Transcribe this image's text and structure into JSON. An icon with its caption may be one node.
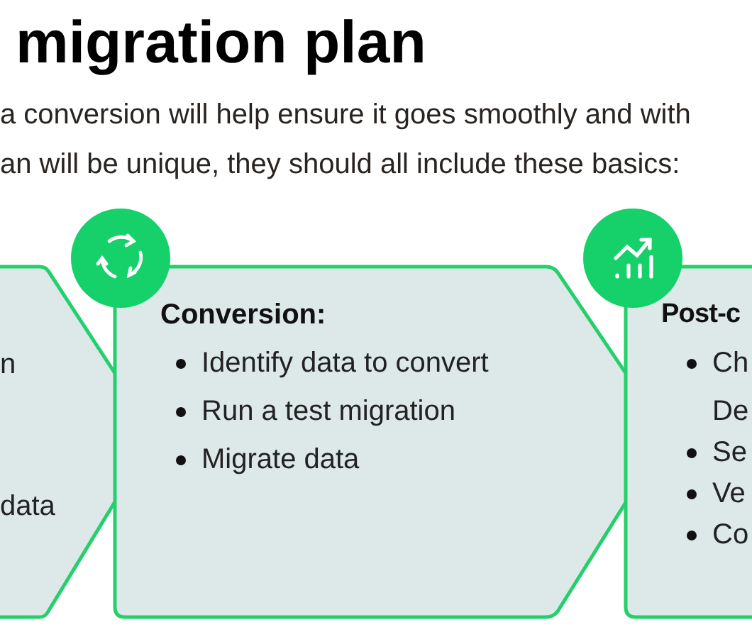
{
  "diagram": {
    "title": "migration plan",
    "nodes": [
      {
        "text": [
          "n",
          "data"
        ]
      },
      {
        "text": [
          "Conversion:",
          "Identify data to convert",
          "Run a test migration",
          "Migrate data"
        ]
      },
      {
        "text": [
          "Post-c",
          "Ch De",
          "Se",
          "Ve",
          "Co"
        ]
      }
    ],
    "labels": [
      "a conversion will help ensure it goes smoothly and with",
      "an will be unique, they should all include these basics:"
    ]
  }
}
